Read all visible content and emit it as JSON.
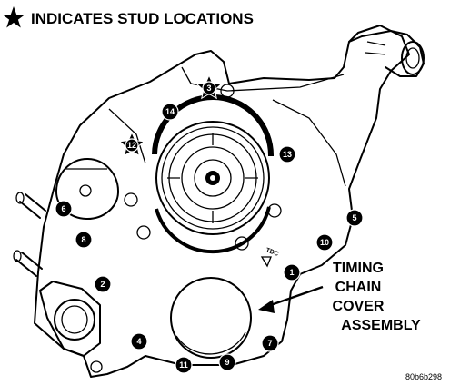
{
  "legend": {
    "icon": "star-icon",
    "text": "INDICATES STUD LOCATIONS"
  },
  "callout": {
    "lines": [
      "TIMING",
      "CHAIN",
      "COVER",
      "ASSEMBLY"
    ]
  },
  "bolts": [
    {
      "id": "1",
      "stud": false
    },
    {
      "id": "2",
      "stud": false
    },
    {
      "id": "3",
      "stud": true
    },
    {
      "id": "4",
      "stud": false
    },
    {
      "id": "5",
      "stud": false
    },
    {
      "id": "6",
      "stud": false
    },
    {
      "id": "7",
      "stud": false
    },
    {
      "id": "8",
      "stud": false
    },
    {
      "id": "9",
      "stud": false
    },
    {
      "id": "10",
      "stud": false
    },
    {
      "id": "11",
      "stud": false
    },
    {
      "id": "12",
      "stud": true
    },
    {
      "id": "13",
      "stud": false
    },
    {
      "id": "14",
      "stud": false
    }
  ],
  "mark": "TDC",
  "figure_code": "80b6b298"
}
